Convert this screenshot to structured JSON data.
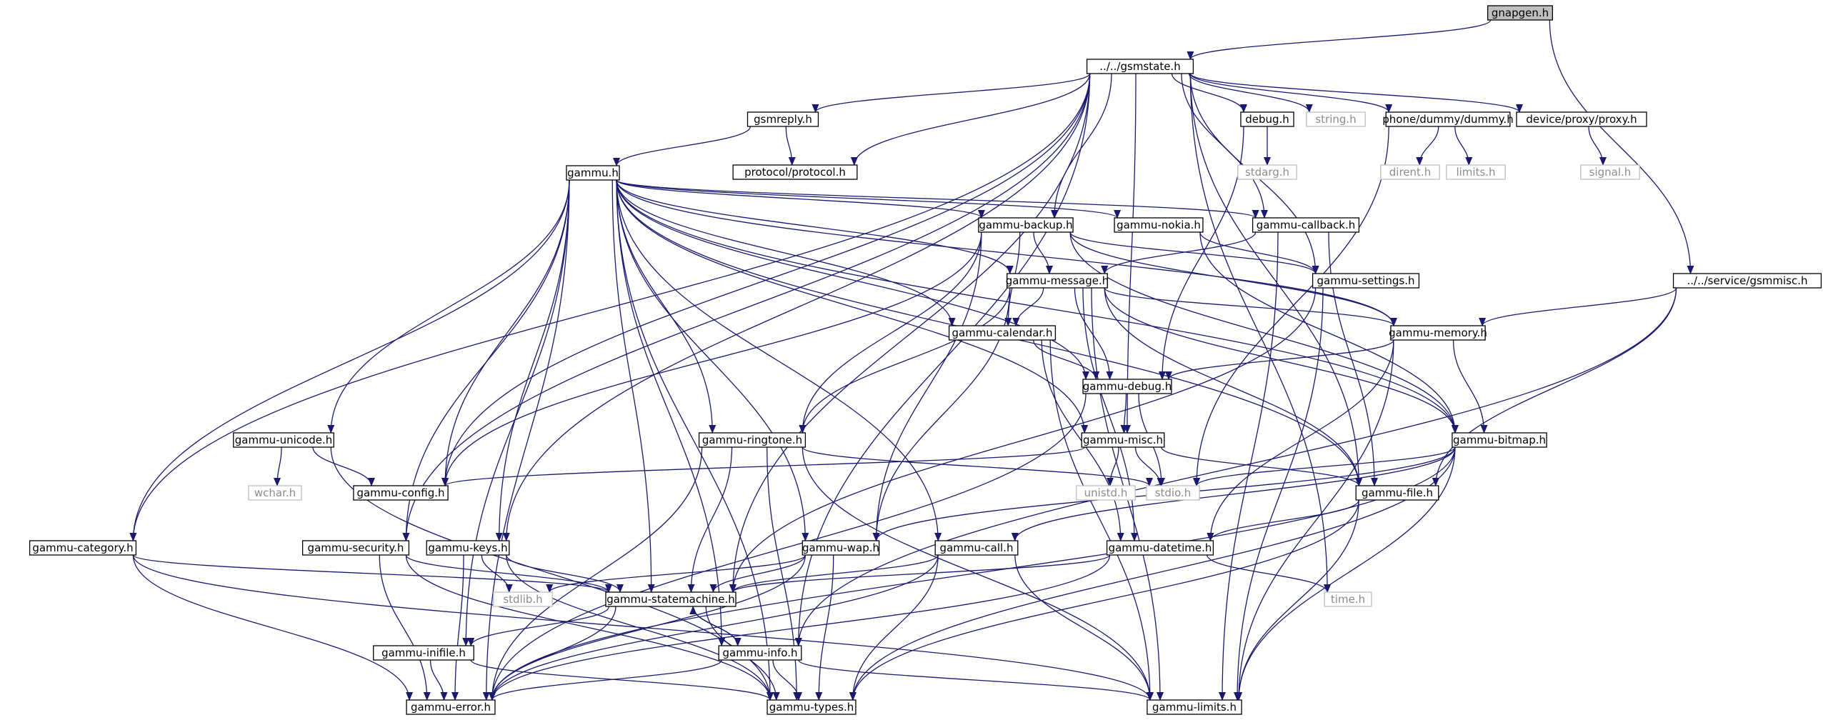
{
  "diagram": {
    "nodes": [
      {
        "id": "gnapgen",
        "label": "gnapgen.h",
        "kind": "root"
      },
      {
        "id": "gsmstate",
        "label": "../../gsmstate.h",
        "kind": "file"
      },
      {
        "id": "gsmreply",
        "label": "gsmreply.h",
        "kind": "file"
      },
      {
        "id": "protocol",
        "label": "protocol/protocol.h",
        "kind": "file"
      },
      {
        "id": "debugh",
        "label": "debug.h",
        "kind": "file"
      },
      {
        "id": "stringh",
        "label": "string.h",
        "kind": "system"
      },
      {
        "id": "dummy",
        "label": "phone/dummy/dummy.h",
        "kind": "file"
      },
      {
        "id": "proxy",
        "label": "device/proxy/proxy.h",
        "kind": "file"
      },
      {
        "id": "stdarg",
        "label": "stdarg.h",
        "kind": "system"
      },
      {
        "id": "dirent",
        "label": "dirent.h",
        "kind": "system"
      },
      {
        "id": "limitsh",
        "label": "limits.h",
        "kind": "system"
      },
      {
        "id": "signalh",
        "label": "signal.h",
        "kind": "system"
      },
      {
        "id": "gammu",
        "label": "gammu.h",
        "kind": "file"
      },
      {
        "id": "backup",
        "label": "gammu-backup.h",
        "kind": "file"
      },
      {
        "id": "nokia",
        "label": "gammu-nokia.h",
        "kind": "file"
      },
      {
        "id": "callback",
        "label": "gammu-callback.h",
        "kind": "file"
      },
      {
        "id": "gsmmisc",
        "label": "../../service/gsmmisc.h",
        "kind": "file"
      },
      {
        "id": "message",
        "label": "gammu-message.h",
        "kind": "file"
      },
      {
        "id": "settings",
        "label": "gammu-settings.h",
        "kind": "file"
      },
      {
        "id": "calendar",
        "label": "gammu-calendar.h",
        "kind": "file"
      },
      {
        "id": "memory",
        "label": "gammu-memory.h",
        "kind": "file"
      },
      {
        "id": "gdebug",
        "label": "gammu-debug.h",
        "kind": "file"
      },
      {
        "id": "unicode",
        "label": "gammu-unicode.h",
        "kind": "file"
      },
      {
        "id": "ringtone",
        "label": "gammu-ringtone.h",
        "kind": "file"
      },
      {
        "id": "misc",
        "label": "gammu-misc.h",
        "kind": "file"
      },
      {
        "id": "bitmap",
        "label": "gammu-bitmap.h",
        "kind": "file"
      },
      {
        "id": "wchar",
        "label": "wchar.h",
        "kind": "system"
      },
      {
        "id": "config",
        "label": "gammu-config.h",
        "kind": "file"
      },
      {
        "id": "unistd",
        "label": "unistd.h",
        "kind": "system"
      },
      {
        "id": "stdio",
        "label": "stdio.h",
        "kind": "system"
      },
      {
        "id": "gfile",
        "label": "gammu-file.h",
        "kind": "file"
      },
      {
        "id": "category",
        "label": "gammu-category.h",
        "kind": "file"
      },
      {
        "id": "security",
        "label": "gammu-security.h",
        "kind": "file"
      },
      {
        "id": "keys",
        "label": "gammu-keys.h",
        "kind": "file"
      },
      {
        "id": "wap",
        "label": "gammu-wap.h",
        "kind": "file"
      },
      {
        "id": "call",
        "label": "gammu-call.h",
        "kind": "file"
      },
      {
        "id": "datetime",
        "label": "gammu-datetime.h",
        "kind": "file"
      },
      {
        "id": "stdlib",
        "label": "stdlib.h",
        "kind": "system"
      },
      {
        "id": "statemachine",
        "label": "gammu-statemachine.h",
        "kind": "file"
      },
      {
        "id": "timeh",
        "label": "time.h",
        "kind": "system"
      },
      {
        "id": "inifile",
        "label": "gammu-inifile.h",
        "kind": "file"
      },
      {
        "id": "info",
        "label": "gammu-info.h",
        "kind": "file"
      },
      {
        "id": "error",
        "label": "gammu-error.h",
        "kind": "file"
      },
      {
        "id": "types",
        "label": "gammu-types.h",
        "kind": "file"
      },
      {
        "id": "glimits",
        "label": "gammu-limits.h",
        "kind": "file"
      }
    ],
    "edges": [
      [
        "gnapgen",
        "gsmstate"
      ],
      [
        "gnapgen",
        "gsmmisc"
      ],
      [
        "gsmstate",
        "gsmreply"
      ],
      [
        "gsmstate",
        "protocol"
      ],
      [
        "gsmstate",
        "debugh"
      ],
      [
        "gsmstate",
        "stringh"
      ],
      [
        "gsmstate",
        "dummy"
      ],
      [
        "gsmstate",
        "proxy"
      ],
      [
        "gsmstate",
        "backup"
      ],
      [
        "gsmstate",
        "callback"
      ],
      [
        "gsmstate",
        "settings"
      ],
      [
        "gsmstate",
        "misc"
      ],
      [
        "gsmstate",
        "config"
      ],
      [
        "gsmstate",
        "category"
      ],
      [
        "gsmstate",
        "security"
      ],
      [
        "gsmstate",
        "statemachine"
      ],
      [
        "gsmstate",
        "keys"
      ],
      [
        "gsmstate",
        "info"
      ],
      [
        "gsmstate",
        "gfile"
      ],
      [
        "gsmstate",
        "timeh"
      ],
      [
        "gsmreply",
        "protocol"
      ],
      [
        "gsmreply",
        "gammu"
      ],
      [
        "debugh",
        "stdarg"
      ],
      [
        "debugh",
        "gdebug"
      ],
      [
        "dummy",
        "dirent"
      ],
      [
        "dummy",
        "limitsh"
      ],
      [
        "dummy",
        "stdio"
      ],
      [
        "proxy",
        "signalh"
      ],
      [
        "gammu",
        "backup"
      ],
      [
        "gammu",
        "nokia"
      ],
      [
        "gammu",
        "callback"
      ],
      [
        "gammu",
        "message"
      ],
      [
        "gammu",
        "calendar"
      ],
      [
        "gammu",
        "memory"
      ],
      [
        "gammu",
        "gdebug"
      ],
      [
        "gammu",
        "ringtone"
      ],
      [
        "gammu",
        "misc"
      ],
      [
        "gammu",
        "bitmap"
      ],
      [
        "gammu",
        "gfile"
      ],
      [
        "gammu",
        "unicode"
      ],
      [
        "gammu",
        "config"
      ],
      [
        "gammu",
        "category"
      ],
      [
        "gammu",
        "security"
      ],
      [
        "gammu",
        "keys"
      ],
      [
        "gammu",
        "wap"
      ],
      [
        "gammu",
        "call"
      ],
      [
        "gammu",
        "statemachine"
      ],
      [
        "gammu",
        "inifile"
      ],
      [
        "gammu",
        "info"
      ],
      [
        "gammu",
        "error"
      ],
      [
        "gammu",
        "types"
      ],
      [
        "backup",
        "message"
      ],
      [
        "backup",
        "calendar"
      ],
      [
        "backup",
        "memory"
      ],
      [
        "backup",
        "bitmap"
      ],
      [
        "backup",
        "ringtone"
      ],
      [
        "backup",
        "wap"
      ],
      [
        "backup",
        "config"
      ],
      [
        "backup",
        "settings"
      ],
      [
        "nokia",
        "settings"
      ],
      [
        "nokia",
        "bitmap"
      ],
      [
        "callback",
        "message"
      ],
      [
        "callback",
        "glimits"
      ],
      [
        "callback",
        "gfile"
      ],
      [
        "gsmmisc",
        "memory"
      ],
      [
        "gsmmisc",
        "gfile"
      ],
      [
        "gsmmisc",
        "info"
      ],
      [
        "message",
        "calendar"
      ],
      [
        "message",
        "memory"
      ],
      [
        "message",
        "gdebug"
      ],
      [
        "message",
        "ringtone"
      ],
      [
        "message",
        "bitmap"
      ],
      [
        "message",
        "wap"
      ],
      [
        "message",
        "datetime"
      ],
      [
        "message",
        "gfile"
      ],
      [
        "message",
        "glimits"
      ],
      [
        "settings",
        "statemachine"
      ],
      [
        "settings",
        "glimits"
      ],
      [
        "calendar",
        "gdebug"
      ],
      [
        "calendar",
        "datetime"
      ],
      [
        "calendar",
        "glimits"
      ],
      [
        "memory",
        "gdebug"
      ],
      [
        "memory",
        "bitmap"
      ],
      [
        "memory",
        "datetime"
      ],
      [
        "memory",
        "glimits"
      ],
      [
        "gdebug",
        "misc"
      ],
      [
        "gdebug",
        "stdio"
      ],
      [
        "gdebug",
        "error"
      ],
      [
        "unicode",
        "wchar"
      ],
      [
        "unicode",
        "config"
      ],
      [
        "unicode",
        "types"
      ],
      [
        "ringtone",
        "stdio"
      ],
      [
        "ringtone",
        "statemachine"
      ],
      [
        "ringtone",
        "error"
      ],
      [
        "ringtone",
        "types"
      ],
      [
        "ringtone",
        "glimits"
      ],
      [
        "misc",
        "config"
      ],
      [
        "misc",
        "unistd"
      ],
      [
        "misc",
        "stdio"
      ],
      [
        "misc",
        "gfile"
      ],
      [
        "bitmap",
        "stdio"
      ],
      [
        "bitmap",
        "call"
      ],
      [
        "bitmap",
        "error"
      ],
      [
        "bitmap",
        "types"
      ],
      [
        "bitmap",
        "glimits"
      ],
      [
        "bitmap",
        "wap"
      ],
      [
        "gfile",
        "datetime"
      ],
      [
        "gfile",
        "types"
      ],
      [
        "gfile",
        "glimits"
      ],
      [
        "category",
        "statemachine"
      ],
      [
        "category",
        "error"
      ],
      [
        "category",
        "glimits"
      ],
      [
        "security",
        "statemachine"
      ],
      [
        "security",
        "error"
      ],
      [
        "security",
        "types"
      ],
      [
        "keys",
        "stdlib"
      ],
      [
        "keys",
        "statemachine"
      ],
      [
        "keys",
        "error"
      ],
      [
        "keys",
        "types"
      ],
      [
        "wap",
        "stdlib"
      ],
      [
        "wap",
        "statemachine"
      ],
      [
        "wap",
        "error"
      ],
      [
        "wap",
        "types"
      ],
      [
        "call",
        "statemachine"
      ],
      [
        "call",
        "error"
      ],
      [
        "call",
        "types"
      ],
      [
        "call",
        "glimits"
      ],
      [
        "datetime",
        "timeh"
      ],
      [
        "datetime",
        "statemachine"
      ],
      [
        "datetime",
        "error"
      ],
      [
        "statemachine",
        "info"
      ],
      [
        "statemachine",
        "inifile"
      ],
      [
        "statemachine",
        "error"
      ],
      [
        "statemachine",
        "types"
      ],
      [
        "info",
        "statemachine"
      ],
      [
        "info",
        "error"
      ],
      [
        "info",
        "types"
      ],
      [
        "info",
        "glimits"
      ],
      [
        "inifile",
        "error"
      ],
      [
        "inifile",
        "types"
      ]
    ]
  }
}
